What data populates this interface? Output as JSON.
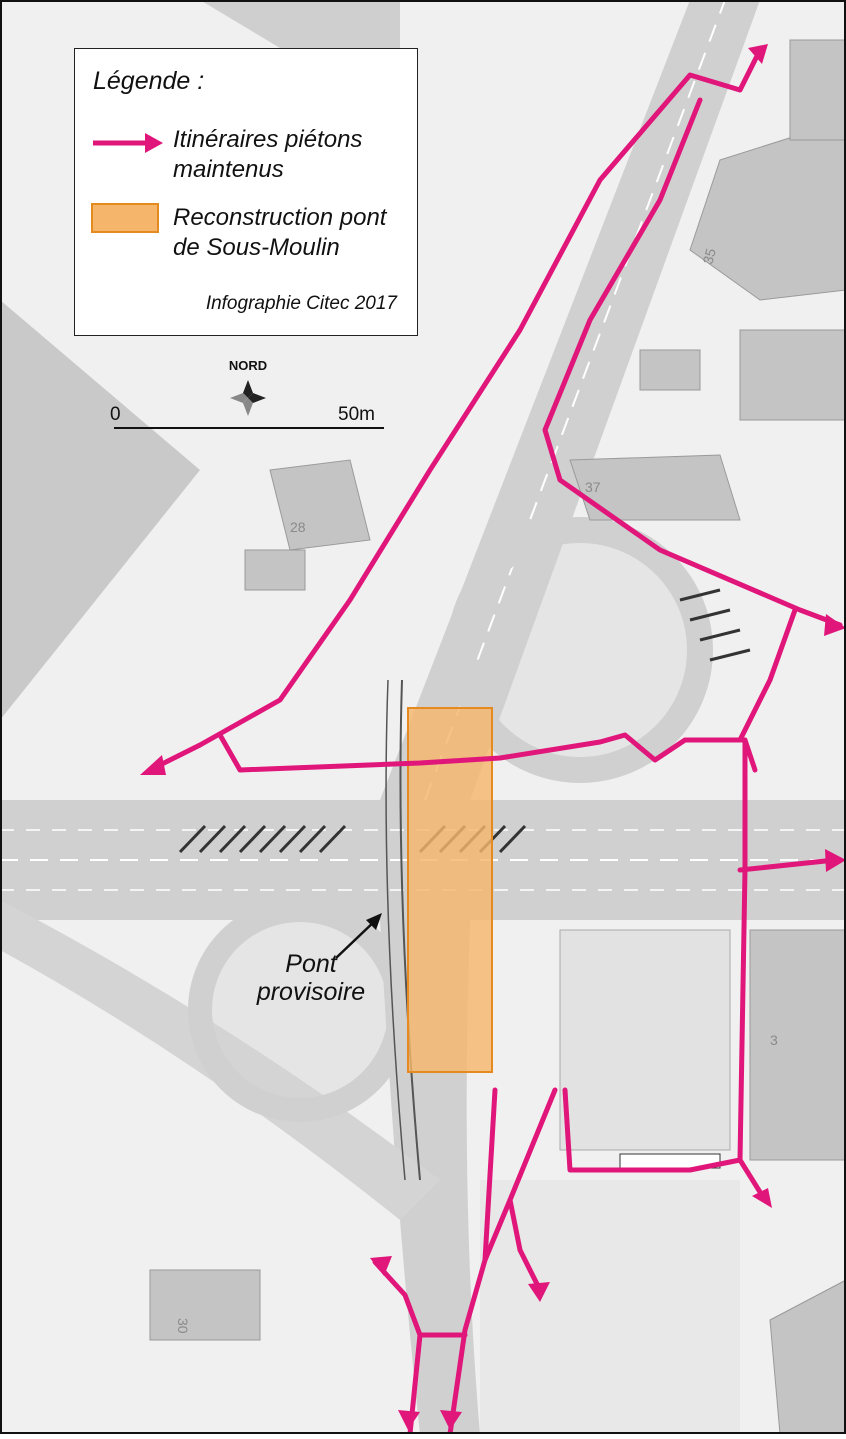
{
  "legend": {
    "title": "Légende :",
    "items": [
      {
        "label": "Itinéraires piétons maintenus",
        "color": "#e0167a"
      },
      {
        "label": "Reconstruction pont de Sous-Moulin",
        "color": "#f5b66b"
      }
    ],
    "credit": "Infographie Citec 2017"
  },
  "compass": {
    "label": "NORD"
  },
  "scale": {
    "start": "0",
    "end": "50m"
  },
  "annotation": {
    "label": "Pont provisoire"
  },
  "buildings": [
    "35",
    "37",
    "28",
    "30",
    "3"
  ],
  "colors": {
    "route": "#e0167a",
    "bridge": "#f5b66b",
    "bridge_border": "#e58a1f",
    "ground": "#f0f0f0",
    "road": "#d2d2d2",
    "building": "#c4c4c4",
    "green": "#e6e6e6"
  }
}
